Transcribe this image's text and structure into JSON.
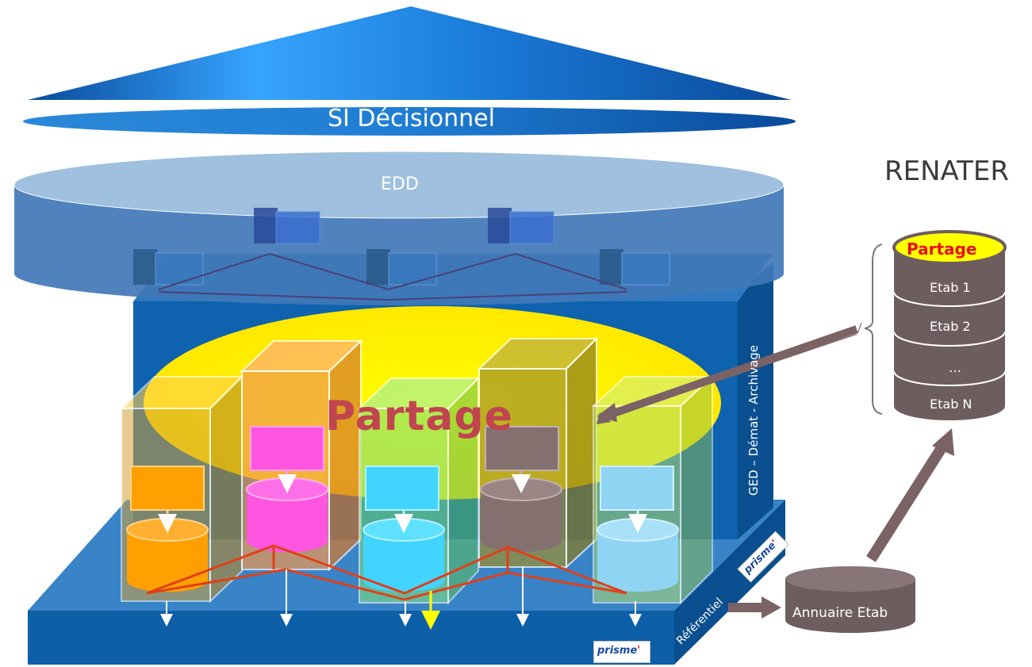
{
  "labels": {
    "si_decisionnel": "SI Décisionnel",
    "edd": "EDD",
    "renater": "RENATER",
    "partage_center": "Partage",
    "partage_db": "Partage",
    "ged": "GED – Démat - Archivage",
    "referentiel": "Référentiel",
    "annuaire": "Annuaire Etab"
  },
  "etabs": [
    "Etab 1",
    "Etab 2",
    "…",
    "Etab N"
  ],
  "logo": {
    "text": "prisme",
    "mark": "'"
  },
  "colors": {
    "edd_blue": "#4a86c8",
    "base_blue": "#0d5fa8",
    "yellow_ellipse": "#ffff00",
    "db_grey": "#6e5d5f",
    "arrow_grey": "#7a6265",
    "partage_red": "#e8101c",
    "column_orange": "#ffa000",
    "column_pink": "#ff55e0",
    "column_cyan": "#40d4ff",
    "column_brown": "#857070",
    "column_lightblue": "#90d4f4"
  }
}
